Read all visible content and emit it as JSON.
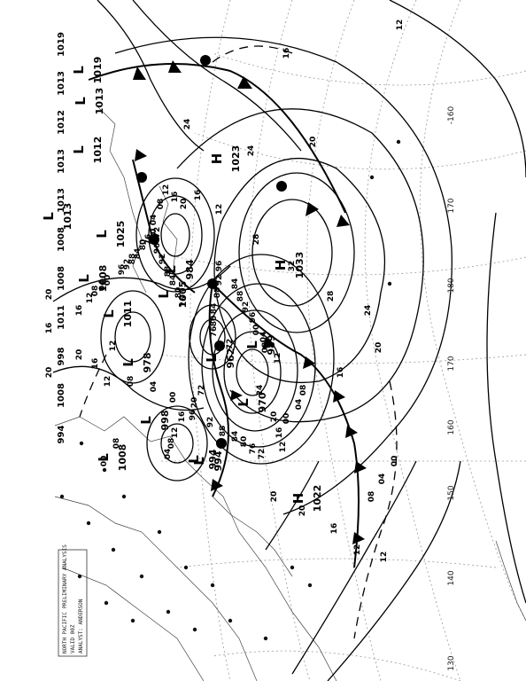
{
  "isobar_labels": [
    {
      "text": "12"
    },
    {
      "text": "16"
    },
    {
      "text": "20"
    },
    {
      "text": "24"
    },
    {
      "text": "28"
    },
    {
      "text": "32"
    },
    {
      "text": "28"
    },
    {
      "text": "24"
    },
    {
      "text": "20"
    },
    {
      "text": "16"
    },
    {
      "text": "12"
    },
    {
      "text": "08"
    },
    {
      "text": "04"
    },
    {
      "text": "00"
    },
    {
      "text": "96"
    },
    {
      "text": "92"
    },
    {
      "text": "88"
    },
    {
      "text": "84"
    },
    {
      "text": "80"
    },
    {
      "text": "76"
    },
    {
      "text": "72"
    },
    {
      "text": "20"
    },
    {
      "text": "16"
    },
    {
      "text": "12"
    },
    {
      "text": "08"
    },
    {
      "text": "04"
    },
    {
      "text": "00"
    },
    {
      "text": "96"
    },
    {
      "text": "92"
    },
    {
      "text": "88"
    },
    {
      "text": "84"
    },
    {
      "text": "80"
    },
    {
      "text": "76"
    },
    {
      "text": "72"
    },
    {
      "text": "20"
    },
    {
      "text": "16"
    },
    {
      "text": "12"
    },
    {
      "text": "08"
    },
    {
      "text": "04"
    },
    {
      "text": "00"
    },
    {
      "text": "08"
    },
    {
      "text": "12"
    },
    {
      "text": "16"
    },
    {
      "text": "20"
    },
    {
      "text": "24"
    },
    {
      "text": "16"
    },
    {
      "text": "12"
    },
    {
      "text": "20"
    },
    {
      "text": "12"
    },
    {
      "text": "24"
    },
    {
      "text": "20"
    },
    {
      "text": "16"
    },
    {
      "text": "12"
    },
    {
      "text": "08"
    },
    {
      "text": "04"
    },
    {
      "text": "00"
    },
    {
      "text": "96"
    },
    {
      "text": "92"
    },
    {
      "text": "88"
    },
    {
      "text": "84"
    },
    {
      "text": "20"
    },
    {
      "text": "16"
    },
    {
      "text": "12"
    },
    {
      "text": "08"
    },
    {
      "text": "04"
    },
    {
      "text": "00"
    },
    {
      "text": "96"
    },
    {
      "text": "92"
    },
    {
      "text": "88"
    },
    {
      "text": "84"
    },
    {
      "text": "80"
    },
    {
      "text": "76"
    },
    {
      "text": "72"
    },
    {
      "text": "20"
    },
    {
      "text": "16"
    },
    {
      "text": "12"
    },
    {
      "text": "08"
    },
    {
      "text": "04"
    },
    {
      "text": "00"
    },
    {
      "text": "96"
    },
    {
      "text": "92"
    },
    {
      "text": "88"
    },
    {
      "text": "84"
    },
    {
      "text": "80"
    },
    {
      "text": "76"
    },
    {
      "text": "72"
    },
    {
      "text": "20"
    },
    {
      "text": "16"
    },
    {
      "text": "12"
    },
    {
      "text": "08"
    },
    {
      "text": "04"
    },
    {
      "text": "00"
    }
  ],
  "centers": [
    {
      "symbol": "H",
      "value": "1033"
    },
    {
      "symbol": "H",
      "value": "1023"
    },
    {
      "symbol": "H",
      "value": "1022"
    },
    {
      "symbol": "L",
      "value": "989"
    },
    {
      "symbol": "L",
      "value": "970"
    },
    {
      "symbol": "L",
      "value": "962"
    },
    {
      "symbol": "L",
      "value": "994"
    },
    {
      "symbol": "L",
      "value": "978"
    },
    {
      "symbol": "L",
      "value": "1005"
    },
    {
      "symbol": "L",
      "value": "984"
    },
    {
      "symbol": "L",
      "value": "998"
    },
    {
      "symbol": "L",
      "value": "1008"
    },
    {
      "symbol": "L",
      "value": "994"
    },
    {
      "symbol": "L",
      "value": "1011"
    },
    {
      "symbol": "L",
      "value": "1008"
    },
    {
      "symbol": "L",
      "value": "1025"
    },
    {
      "symbol": "L",
      "value": "1013"
    },
    {
      "symbol": "L",
      "value": "1012"
    },
    {
      "symbol": "L",
      "value": "1019"
    },
    {
      "symbol": "L",
      "value": "1013"
    }
  ],
  "left_margin_labels": [
    "1019",
    "1013",
    "1012",
    "1013",
    "1013",
    "1008",
    "1008",
    "1011",
    "998",
    "1008",
    "994"
  ],
  "longitude_labels": [
    "-160",
    "170",
    "180",
    "170",
    "160",
    "150",
    "140",
    "130"
  ],
  "legend_lines": [
    "NORTH PACIFIC PRELIMINARY ANALYSIS",
    "VALID 00Z",
    "ANALYST: ANDERSON"
  ],
  "colors": {
    "ink": "#000000",
    "grid": "#9a9a9a",
    "coast": "#444444",
    "background": "#ffffff"
  }
}
